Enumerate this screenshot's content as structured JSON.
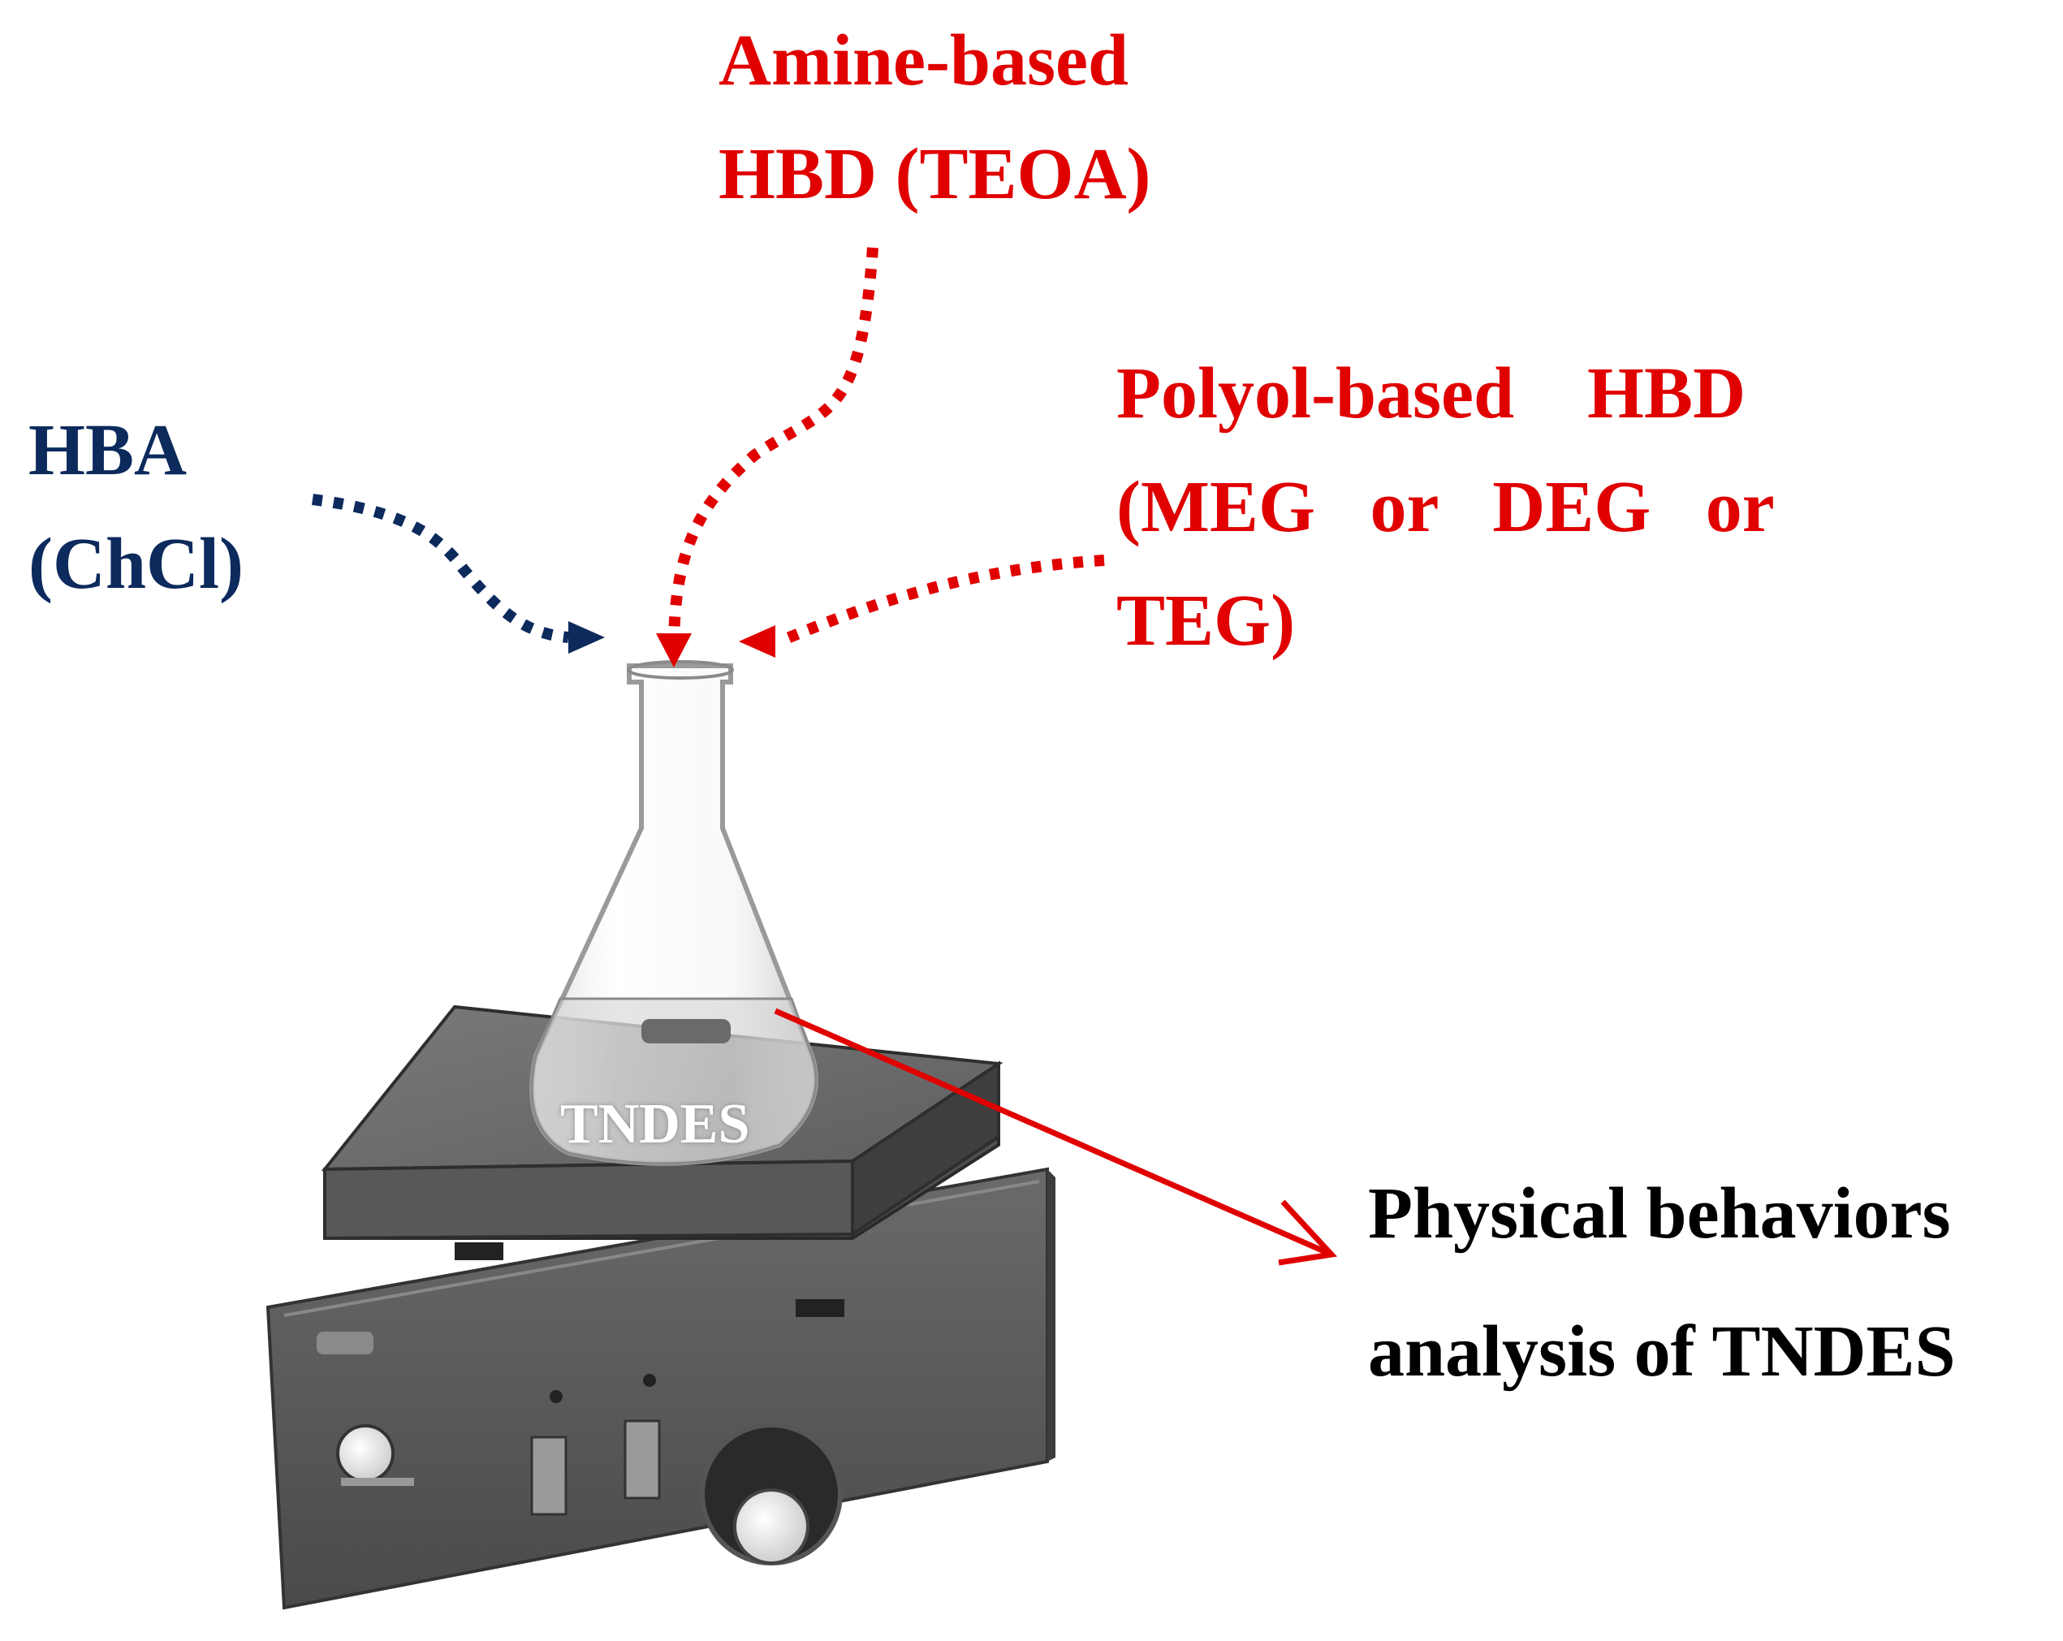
{
  "labels": {
    "amine_line1": "Amine-based",
    "amine_line2": "HBD (TEOA)",
    "polyol_line1": "Polyol-based    HBD",
    "polyol_line2": "(MEG   or   DEG   or",
    "polyol_line3": "TEG)",
    "hba_line1": "HBA",
    "hba_line2": "(ChCl)",
    "flask_label": "TNDES",
    "output_line1": "Physical behaviors",
    "output_line2": "analysis of TNDES"
  },
  "colors": {
    "hbd_arrows": "#e00000",
    "hba_arrow": "#0c2a5c",
    "output_arrow": "#e00000",
    "stirrer_body": "#5a5a5a",
    "stirrer_plate": "#6e6e6e"
  },
  "icons": {
    "apparatus": "magnetic-stirrer-hotplate-icon",
    "vessel": "erlenmeyer-flask-icon"
  }
}
